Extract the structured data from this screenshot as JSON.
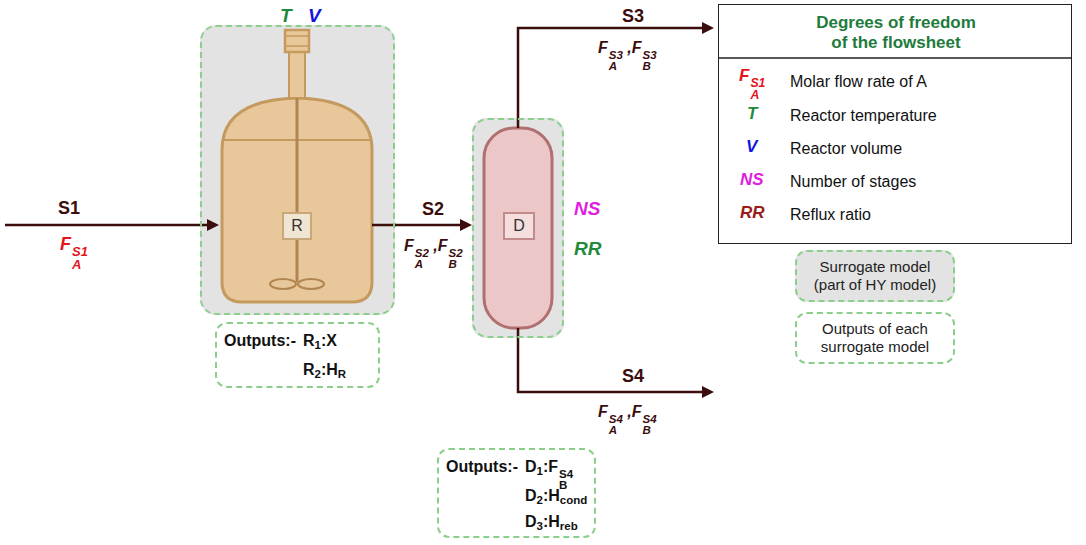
{
  "diagram": {
    "nodes": [
      {
        "text": [
          "T",
          "V"
        ]
      },
      {
        "text": [
          "R"
        ],
        "in": 0
      },
      {
        "text": [
          "Outputs:-",
          "R1:X",
          "R2:HR"
        ]
      },
      {
        "text": [
          "NS",
          "RR"
        ]
      },
      {
        "text": [
          "D"
        ],
        "in": 3
      },
      {
        "text": [
          "Outputs:-",
          "D1:FBS4",
          "D2:Hcond",
          "D3:Hreb"
        ]
      },
      {
        "text": [
          "Degrees of freedom of the flowsheet"
        ]
      }
    ],
    "edges": [
      {
        "from": 0,
        "to": 3,
        "arrow": "to",
        "label": "S2"
      }
    ],
    "labels": [
      "S1",
      "FAS1",
      "FAS2 ,FBS2",
      "S3",
      "FAS3 ,FBS3",
      "S4",
      "FAS4 ,FBS4",
      "FAS1",
      "Molar flow rate of A",
      "T",
      "Reactor temperature",
      "V",
      "Reactor volume",
      "NS",
      "Number of stages",
      "RR",
      "Reflux ratio"
    ],
    "legend": [
      {
        "text": "Surrogate model (part of HY model)",
        "color": "#e3e3e3"
      },
      {
        "text": "Outputs of each surrogate model"
      }
    ]
  }
}
